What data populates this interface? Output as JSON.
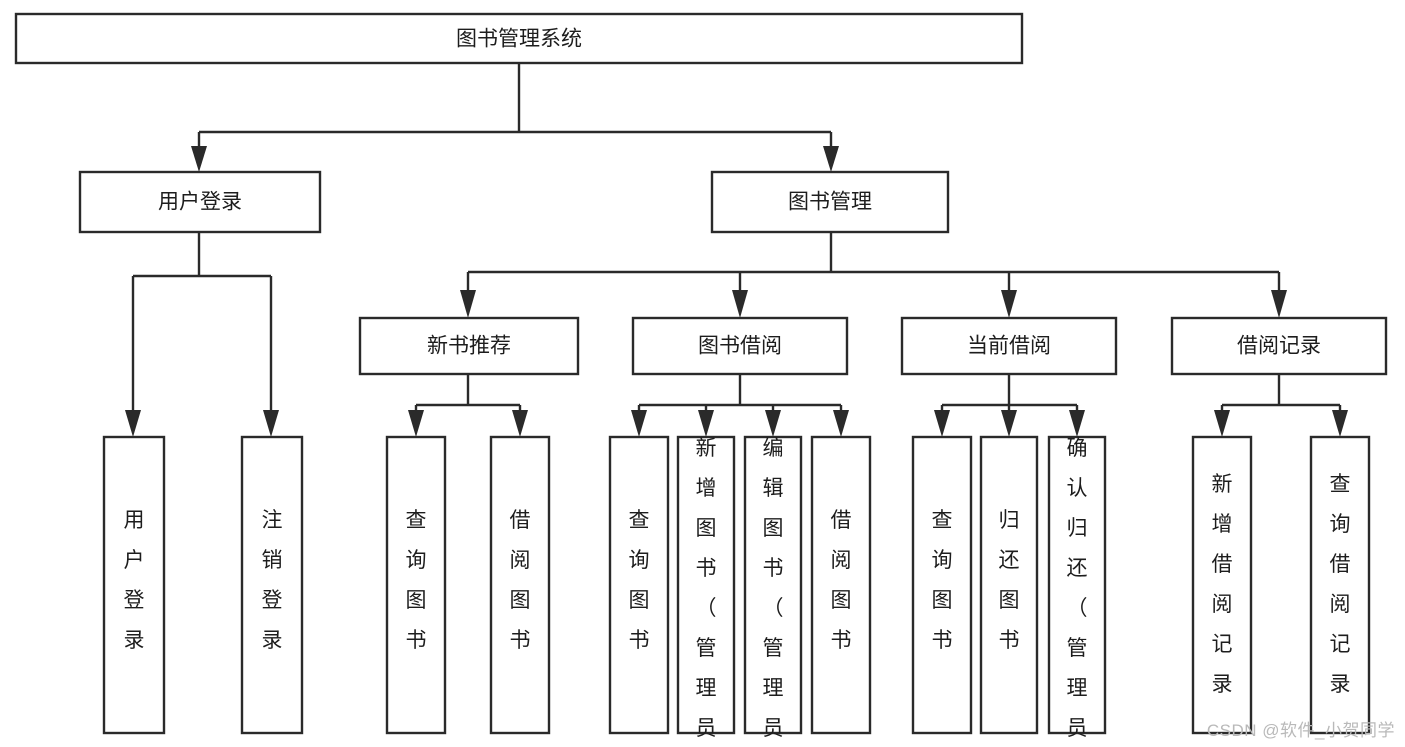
{
  "diagram": {
    "type": "tree-hierarchy",
    "orientation": "top-down",
    "title": "图书管理系统",
    "watermark": "CSDN @软件_小贺同学",
    "colors": {
      "stroke": "#2a2a2a",
      "fill": "#ffffff",
      "text": "#1d1d1d",
      "watermark": "#b9b9b9",
      "background": "#ffffff"
    },
    "levels": {
      "root": {
        "label": "图书管理系统",
        "orientation": "horizontal"
      },
      "level1": [
        {
          "label": "用户登录",
          "orientation": "horizontal"
        },
        {
          "label": "图书管理",
          "orientation": "horizontal"
        }
      ],
      "level2": [
        {
          "label": "新书推荐",
          "orientation": "horizontal",
          "parent": "图书管理"
        },
        {
          "label": "图书借阅",
          "orientation": "horizontal",
          "parent": "图书管理"
        },
        {
          "label": "当前借阅",
          "orientation": "horizontal",
          "parent": "图书管理"
        },
        {
          "label": "借阅记录",
          "orientation": "horizontal",
          "parent": "图书管理"
        }
      ],
      "leaves": [
        {
          "label": "用户登录",
          "orientation": "vertical",
          "parent": "用户登录"
        },
        {
          "label": "注销登录",
          "orientation": "vertical",
          "parent": "用户登录"
        },
        {
          "label": "查询图书",
          "orientation": "vertical",
          "parent": "新书推荐"
        },
        {
          "label": "借阅图书",
          "orientation": "vertical",
          "parent": "新书推荐"
        },
        {
          "label": "查询图书",
          "orientation": "vertical",
          "parent": "图书借阅"
        },
        {
          "label": "新增图书（管理员）",
          "orientation": "vertical",
          "parent": "图书借阅"
        },
        {
          "label": "编辑图书（管理员）",
          "orientation": "vertical",
          "parent": "图书借阅"
        },
        {
          "label": "借阅图书",
          "orientation": "vertical",
          "parent": "图书借阅"
        },
        {
          "label": "查询图书",
          "orientation": "vertical",
          "parent": "当前借阅"
        },
        {
          "label": "归还图书",
          "orientation": "vertical",
          "parent": "当前借阅"
        },
        {
          "label": "确认归还（管理员）",
          "orientation": "vertical",
          "parent": "当前借阅"
        },
        {
          "label": "新增借阅记录",
          "orientation": "vertical",
          "parent": "借阅记录"
        },
        {
          "label": "查询借阅记录",
          "orientation": "vertical",
          "parent": "借阅记录"
        }
      ]
    }
  }
}
